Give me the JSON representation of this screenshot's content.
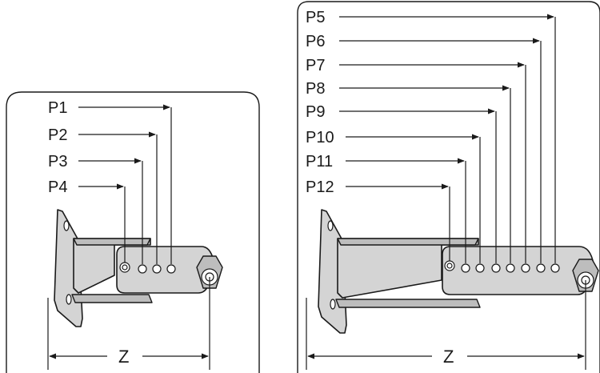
{
  "left_panel": {
    "labels": [
      "P1",
      "P2",
      "P3",
      "P4"
    ],
    "dimension_label": "Z"
  },
  "right_panel": {
    "labels": [
      "P5",
      "P6",
      "P7",
      "P8",
      "P9",
      "P10",
      "P11",
      "P12"
    ],
    "dimension_label": "Z"
  },
  "colors": {
    "part_fill": "#d4d4d4",
    "line": "#1a1a1a"
  }
}
